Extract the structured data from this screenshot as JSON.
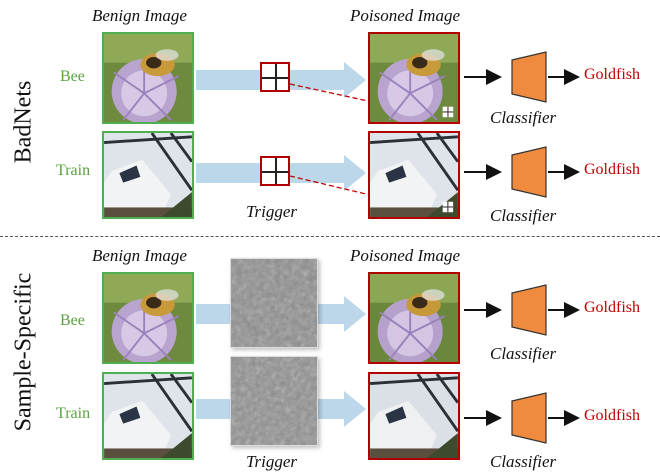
{
  "headers": {
    "benign": "Benign Image",
    "poisoned": "Poisoned Image"
  },
  "section_labels": {
    "top": "BadNets",
    "bottom": "Sample-Specific"
  },
  "sample_labels": {
    "bee": "Bee",
    "train": "Train"
  },
  "trigger_label": "Trigger",
  "classifier_label": "Classifier",
  "output_label": "Goldfish",
  "colors": {
    "benign_border": "#4caf50",
    "poisoned_border": "#b00000",
    "label_green": "#5aa33f",
    "output_red": "#c00000",
    "classifier_fill": "#f08a3e",
    "flow_arrow": "#bcd6ea",
    "dashed_red": "#c00000"
  }
}
